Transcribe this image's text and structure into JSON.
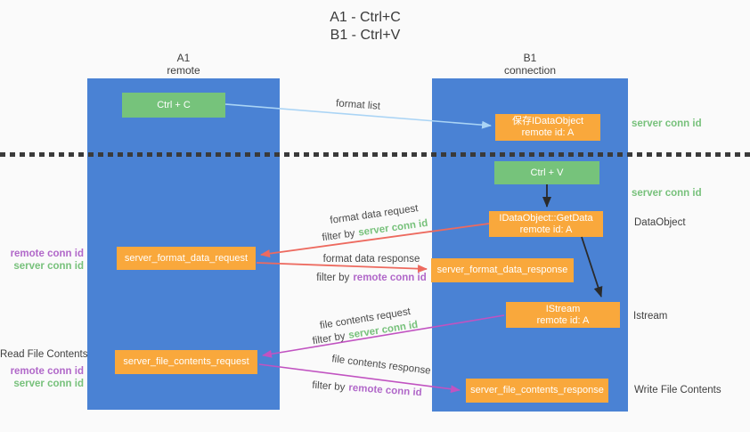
{
  "title": {
    "line1": "A1 - Ctrl+C",
    "line2": "B1 - Ctrl+V"
  },
  "lanes": {
    "left": {
      "name": "A1",
      "role": "remote"
    },
    "right": {
      "name": "B1",
      "role": "connection"
    }
  },
  "nodes": {
    "ctrl_c": {
      "label": "Ctrl + C"
    },
    "ctrl_v": {
      "label": "Ctrl + V"
    },
    "save_idataobject": {
      "line1": "保存IDataObject",
      "line2": "remote id: A"
    },
    "getdata": {
      "line1": "IDataObject::GetData",
      "line2": "remote id: A"
    },
    "istream": {
      "line1": "IStream",
      "line2": "remote id: A"
    },
    "format_request": {
      "label": "server_format_data_request"
    },
    "format_response": {
      "label": "server_format_data_response"
    },
    "file_request": {
      "label": "server_file_contents_request"
    },
    "file_response": {
      "label": "server_file_contents_response"
    }
  },
  "strings": {
    "filter_by": "filter by",
    "server_conn_id": "server conn id",
    "remote_conn_id": "remote conn id"
  },
  "flow_labels": {
    "format_list": "format list",
    "format_data_request": "format data request",
    "format_data_response": "format data response",
    "file_contents_request": "file contents request",
    "file_contents_response": "file contents response"
  },
  "side_labels": {
    "read_file_contents": "Read File Contents",
    "write_file_contents": "Write File Contents",
    "dataobject": "DataObject",
    "istream": "Istream"
  },
  "colors": {
    "lane_blue": "#4a82d4",
    "node_green": "#76c37b",
    "node_orange": "#f9a83c",
    "arrow_light_blue": "#aad4f5",
    "arrow_black": "#2a2a2a",
    "arrow_red": "#ed6a5f",
    "arrow_magenta": "#c153c1",
    "text_green": "#77c17b",
    "text_purple": "#b168c9"
  }
}
